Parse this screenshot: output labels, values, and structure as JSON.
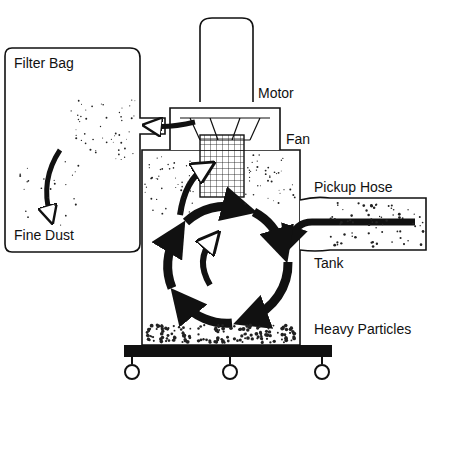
{
  "diagram": {
    "labels": [
      "Motor",
      "Filter Bag",
      "Fan",
      "Pickup Hose",
      "Tank",
      "Fine Dust",
      "Heavy Particles"
    ]
  }
}
